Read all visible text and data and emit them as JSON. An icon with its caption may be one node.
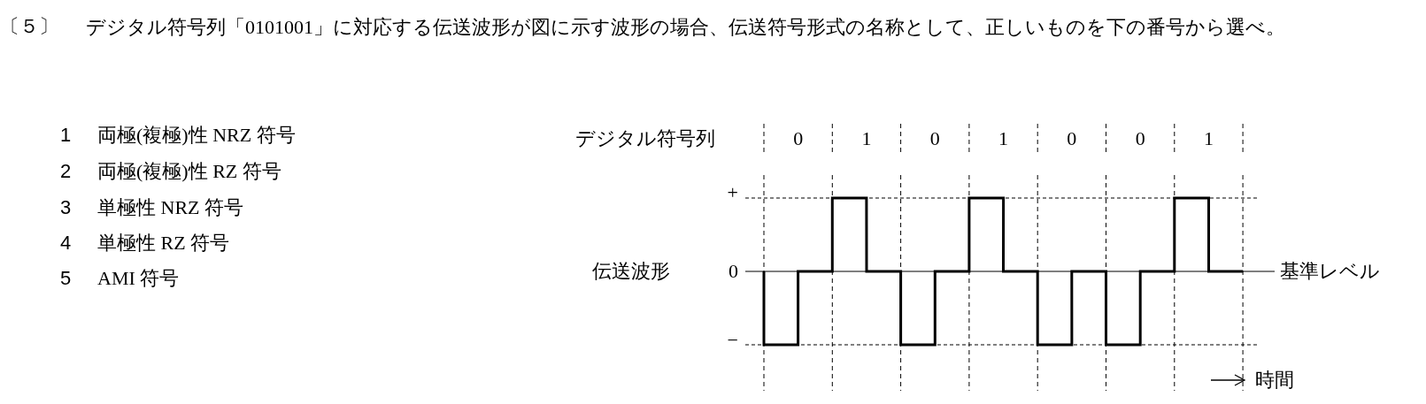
{
  "diagram": {
    "title": "デジタル符号列「0101001」に対応する伝送波形が図に示す波形の場合、伝送符号形式の名称として、正しいものを下の番号から選べ。",
    "labels": [
      "〔５〕",
      "1",
      "両極(複極)性 NRZ 符号",
      "2",
      "両極(複極)性 RZ 符号",
      "3",
      "単極性 NRZ 符号",
      "4",
      "単極性 RZ 符号",
      "5",
      "AMI 符号",
      "デジタル符号列",
      "0",
      "1",
      "0",
      "1",
      "0",
      "0",
      "1",
      "+",
      "伝送波形",
      "0",
      "基準レベル",
      "−",
      "時間"
    ]
  }
}
